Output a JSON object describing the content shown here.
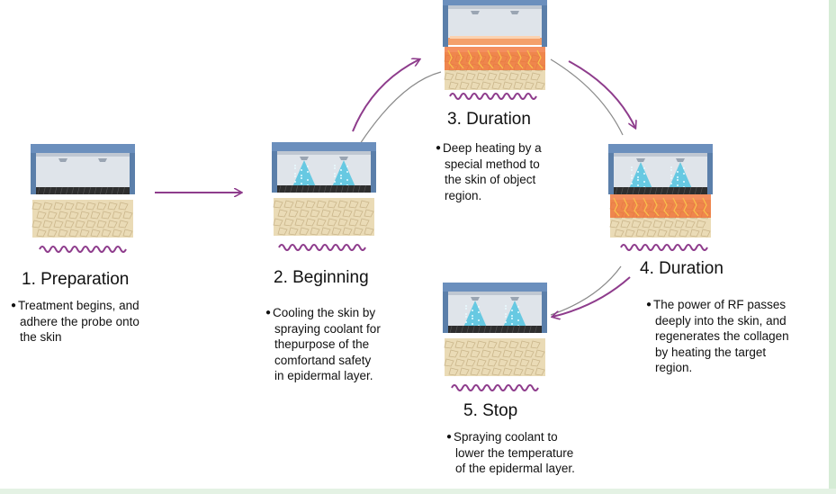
{
  "steps": [
    {
      "id": "preparation",
      "title": "1. Preparation",
      "state": "idle",
      "lines": [
        "Treatment begins, and",
        "adhere the probe onto",
        "the skin"
      ]
    },
    {
      "id": "beginning",
      "title": "2. Beginning",
      "state": "cooling",
      "lines": [
        "Cooling the skin by",
        "spraying coolant for",
        "thepurpose of the",
        "comfortand safety",
        "in epidermal layer."
      ]
    },
    {
      "id": "duration-3",
      "title": "3. Duration",
      "state": "heating",
      "lines": [
        "Deep heating by a",
        "special method to",
        "the skin of object",
        "region."
      ]
    },
    {
      "id": "duration-4",
      "title": "4. Duration",
      "state": "cooling-heating",
      "lines": [
        "The power of RF passes",
        "deeply into the skin, and",
        "regenerates the collagen",
        "by heating the target",
        "region."
      ]
    },
    {
      "id": "stop",
      "title": "5. Stop",
      "state": "cooling",
      "lines": [
        "Spraying coolant to",
        "lower the temperature",
        "of the epidermal layer."
      ]
    }
  ],
  "colors": {
    "arrow": "#8e3c8c",
    "cycle": "#8a8a8a",
    "wave": "#8e3c8c",
    "probe": "#5b7faa",
    "coolant": "#49c2e0",
    "heat": "#f06a2a",
    "skin": "#eadbb6"
  }
}
